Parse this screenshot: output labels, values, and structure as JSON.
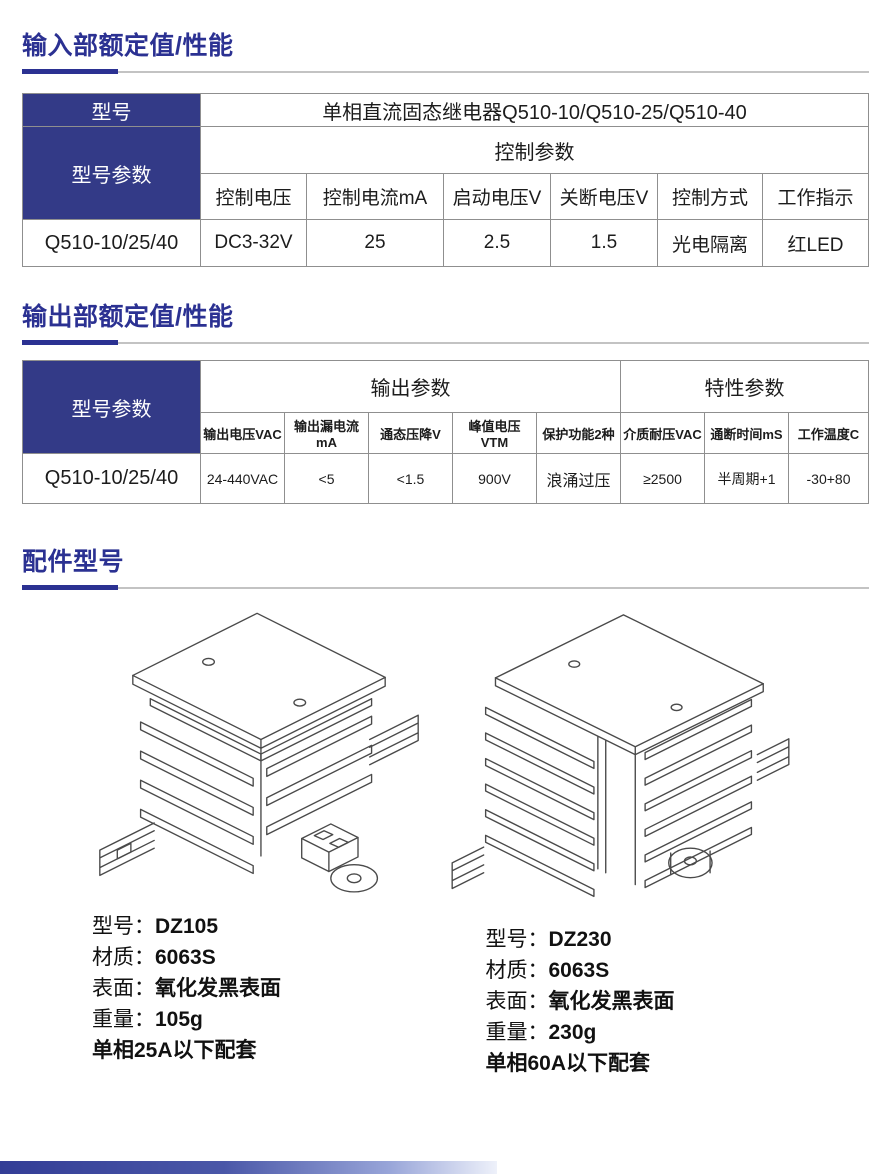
{
  "colors": {
    "accent": "#2b3192",
    "table_header_bg": "#333a87",
    "table_border": "#8f8f8f",
    "footer_gradient_left": "#333d96",
    "footer_gradient_right": "#eef1fa"
  },
  "sections": {
    "input": {
      "title": "输入部额定值/性能"
    },
    "output": {
      "title": "输出部额定值/性能"
    },
    "accessory": {
      "title": "配件型号"
    }
  },
  "input_table": {
    "corner_top": "型号",
    "corner_span": "型号参数",
    "title_row": "单相直流固态继电器Q510-10/Q510-25/Q510-40",
    "group": "控制参数",
    "headers": [
      "控制电压",
      "控制电流mA",
      "启动电压V",
      "关断电压V",
      "控制方式",
      "工作指示"
    ],
    "row": {
      "label": "Q510-10/25/40",
      "values": [
        "DC3-32V",
        "25",
        "2.5",
        "1.5",
        "光电隔离",
        "红LED"
      ]
    }
  },
  "output_table": {
    "corner": "型号参数",
    "groups": [
      {
        "label": "输出参数"
      },
      {
        "label": "特性参数"
      }
    ],
    "headers": [
      "输出电压VAC",
      "输出漏电流mA",
      "通态压降V",
      "峰值电压VTM",
      "保护功能2种",
      "介质耐压VAC",
      "通断时间mS",
      "工作温度C"
    ],
    "row": {
      "label": "Q510-10/25/40",
      "values": [
        "24-440VAC",
        "<5",
        "<1.5",
        "900V",
        "浪涌过压",
        "≥2500",
        "半周期+1",
        "-30+80"
      ]
    }
  },
  "accessories": {
    "left": {
      "lines": [
        {
          "label": "型号：",
          "value": "DZ105"
        },
        {
          "label": "材质：",
          "value": "6063S"
        },
        {
          "label": "表面：",
          "value": "氧化发黑表面"
        },
        {
          "label": "重量：",
          "value": "105g"
        }
      ],
      "note": "单相25A以下配套"
    },
    "right": {
      "lines": [
        {
          "label": "型号：",
          "value": "DZ230"
        },
        {
          "label": "材质：",
          "value": "6063S"
        },
        {
          "label": "表面：",
          "value": "氧化发黑表面"
        },
        {
          "label": "重量：",
          "value": "230g"
        }
      ],
      "note": "单相60A以下配套"
    }
  }
}
